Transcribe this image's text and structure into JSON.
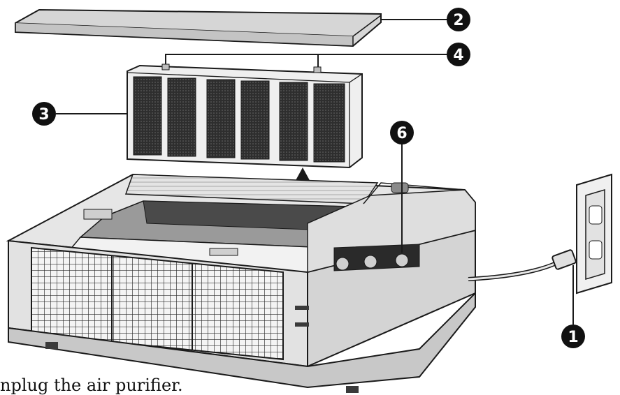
{
  "diagram": {
    "callouts": [
      {
        "id": "1",
        "label": "1"
      },
      {
        "id": "2",
        "label": "2"
      },
      {
        "id": "3",
        "label": "3"
      },
      {
        "id": "4",
        "label": "4"
      },
      {
        "id": "6",
        "label": "6"
      }
    ],
    "caption": "nplug the air purifier."
  },
  "colors": {
    "line": "#1a1a1a",
    "body_fill": "#e9e9e9",
    "body_shade": "#d2d2d2",
    "filter_mesh": "#3a3a3a",
    "badge": "#111111"
  }
}
